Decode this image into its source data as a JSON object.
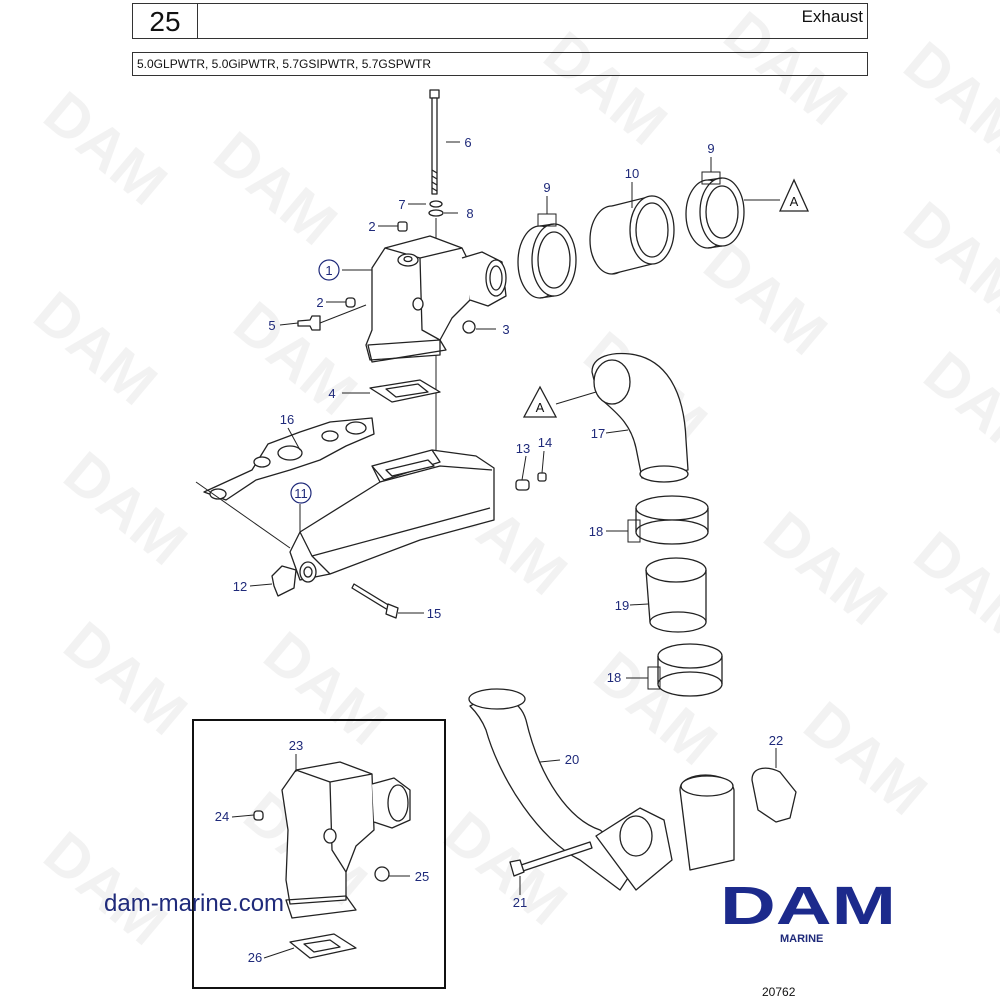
{
  "header": {
    "page_number": "25",
    "title": "Exhaust",
    "models": "5.0GLPWTR, 5.0GiPWTR, 5.7GSIPWTR, 5.7GSPWTR"
  },
  "callouts": {
    "c1": "1",
    "c2a": "2",
    "c2b": "2",
    "c3": "3",
    "c4": "4",
    "c5": "5",
    "c6": "6",
    "c7": "7",
    "c8": "8",
    "c9a": "9",
    "c9b": "9",
    "c10": "10",
    "c11": "11",
    "c12": "12",
    "c13": "13",
    "c14": "14",
    "c15": "15",
    "c16": "16",
    "c17": "17",
    "c18a": "18",
    "c18b": "18",
    "c19": "19",
    "c20": "20",
    "c21": "21",
    "c22": "22",
    "c23": "23",
    "c24": "24",
    "c25": "25",
    "c26": "26",
    "refA1": "A",
    "refA2": "A"
  },
  "watermark": "DAM",
  "footer": {
    "url": "dam-marine.com",
    "logo_text": "DAM",
    "logo_sub": "MARINE",
    "figure_number": "20762"
  },
  "colors": {
    "callout": "#1f2a7a",
    "logo": "#1c2a8c",
    "line": "#222222"
  }
}
